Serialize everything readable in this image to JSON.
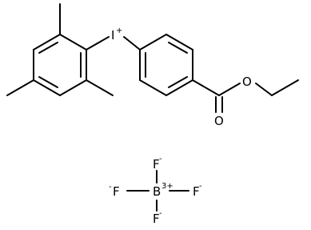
{
  "cation": {
    "iodine": {
      "symbol": "I",
      "charge": "+"
    },
    "ester": {
      "carbonyl_oxygen": "O",
      "ether_oxygen": "O"
    }
  },
  "anion": {
    "boron": {
      "symbol": "B",
      "charge": "3+"
    },
    "fluorines": [
      {
        "symbol": "F",
        "charge": "-",
        "position": "top"
      },
      {
        "symbol": "F",
        "charge": "-",
        "position": "left"
      },
      {
        "symbol": "F",
        "charge": "-",
        "position": "right"
      },
      {
        "symbol": "F",
        "charge": "-",
        "position": "bottom"
      }
    ]
  }
}
